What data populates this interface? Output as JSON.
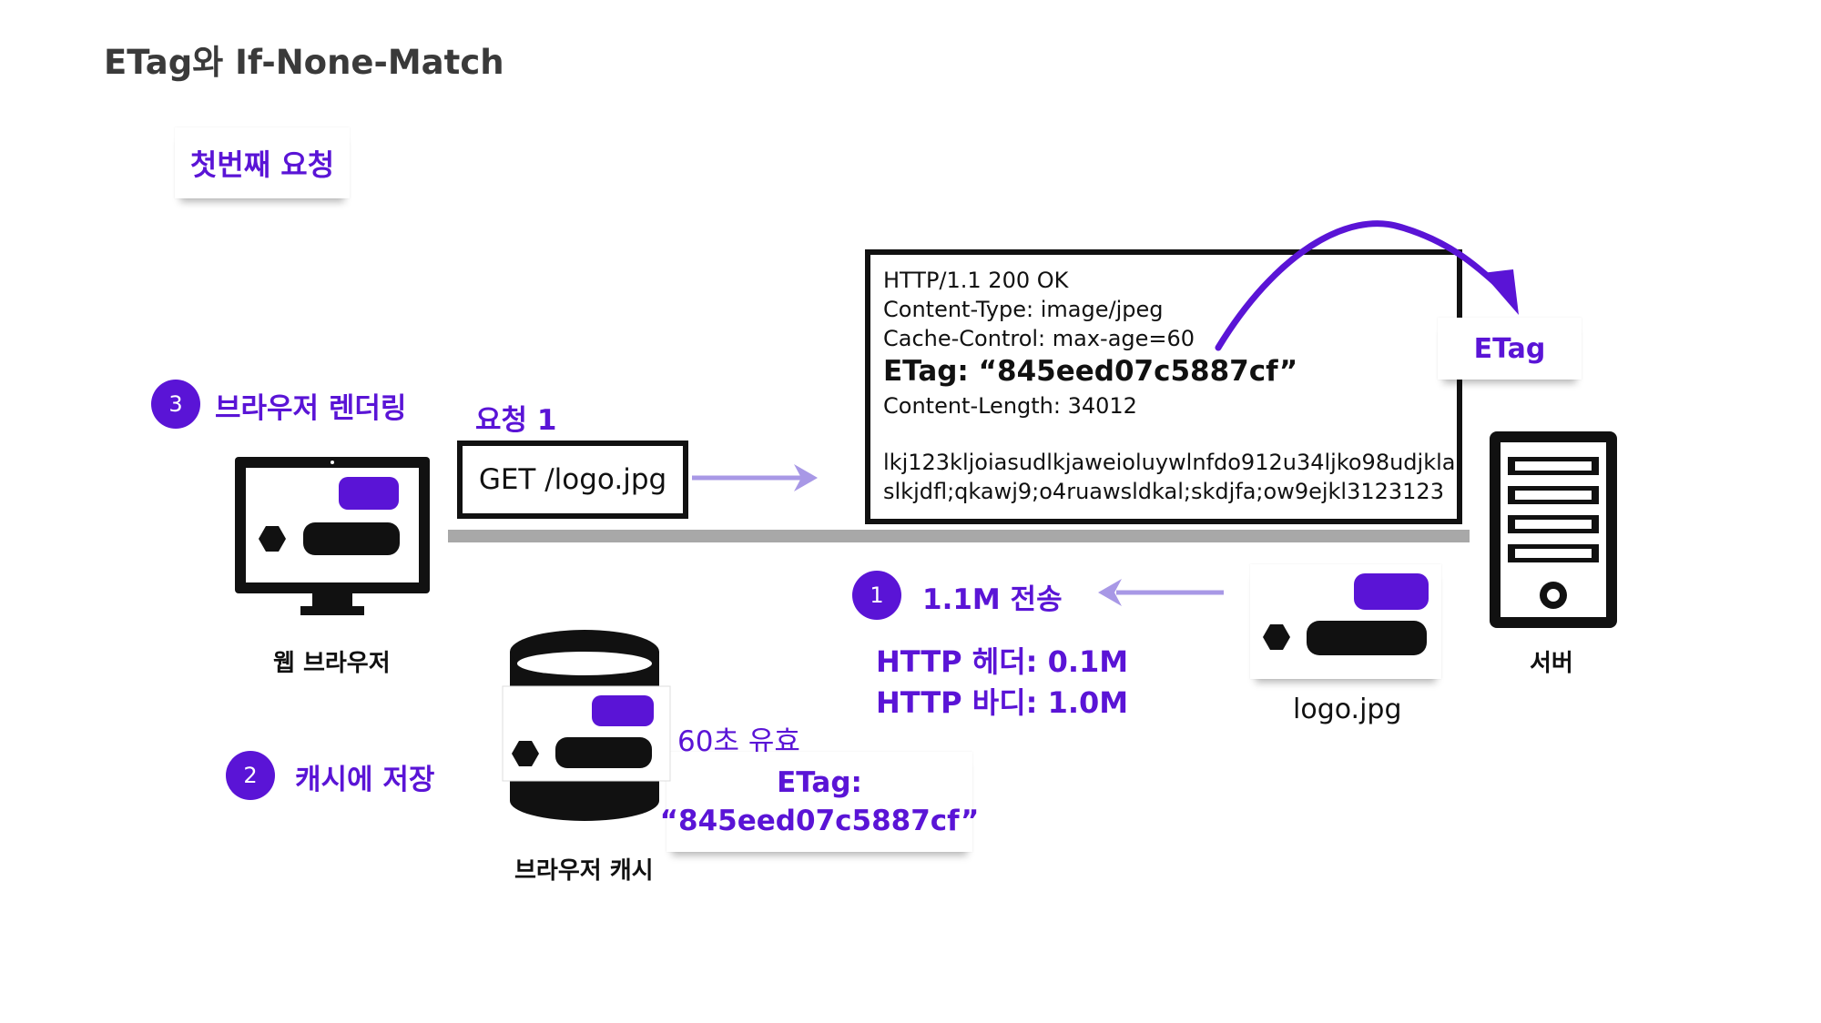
{
  "title": "ETag와 If-None-Match",
  "first_request_label": "첫번째 요청",
  "steps": [
    {
      "number": "1",
      "label": "1.1M 전송"
    },
    {
      "number": "2",
      "label": "캐시에 저장"
    },
    {
      "number": "3",
      "label": "브라우저 렌더링"
    }
  ],
  "request": {
    "label": "요청 1",
    "line": "GET /logo.jpg"
  },
  "response": {
    "status_line": "HTTP/1.1 200 OK",
    "content_type": "Content-Type: image/jpeg",
    "cache_control": "Cache-Control: max-age=60",
    "etag": "ETag: “845eed07c5887cf”",
    "content_length": "Content-Length: 34012",
    "body_line_1": "lkj123kljoiasudlkjaweioluywlnfdo912u34ljko98udjkla",
    "body_line_2": "slkjdfl;qkawj9;o4ruawsldkal;skdjfa;ow9ejkl3123123"
  },
  "etag_note": "ETag",
  "transfer_sizes": {
    "header": "HTTP 헤더: 0.1M",
    "body": "HTTP 바디: 1.0M"
  },
  "cache": {
    "validity": "60초 유효",
    "etag_label": "ETag:",
    "etag_value": "“845eed07c5887cf”"
  },
  "captions": {
    "web_browser": "웹 브라우저",
    "server": "서버",
    "browser_cache": "브라우저 캐시",
    "image_file": "logo.jpg"
  },
  "colors": {
    "accent": "#5a14d6",
    "arrow": "#a898e6",
    "network_line": "#a8a8a8"
  },
  "icons": [
    "monitor-icon",
    "server-icon",
    "database-icon",
    "image-file-icon"
  ]
}
